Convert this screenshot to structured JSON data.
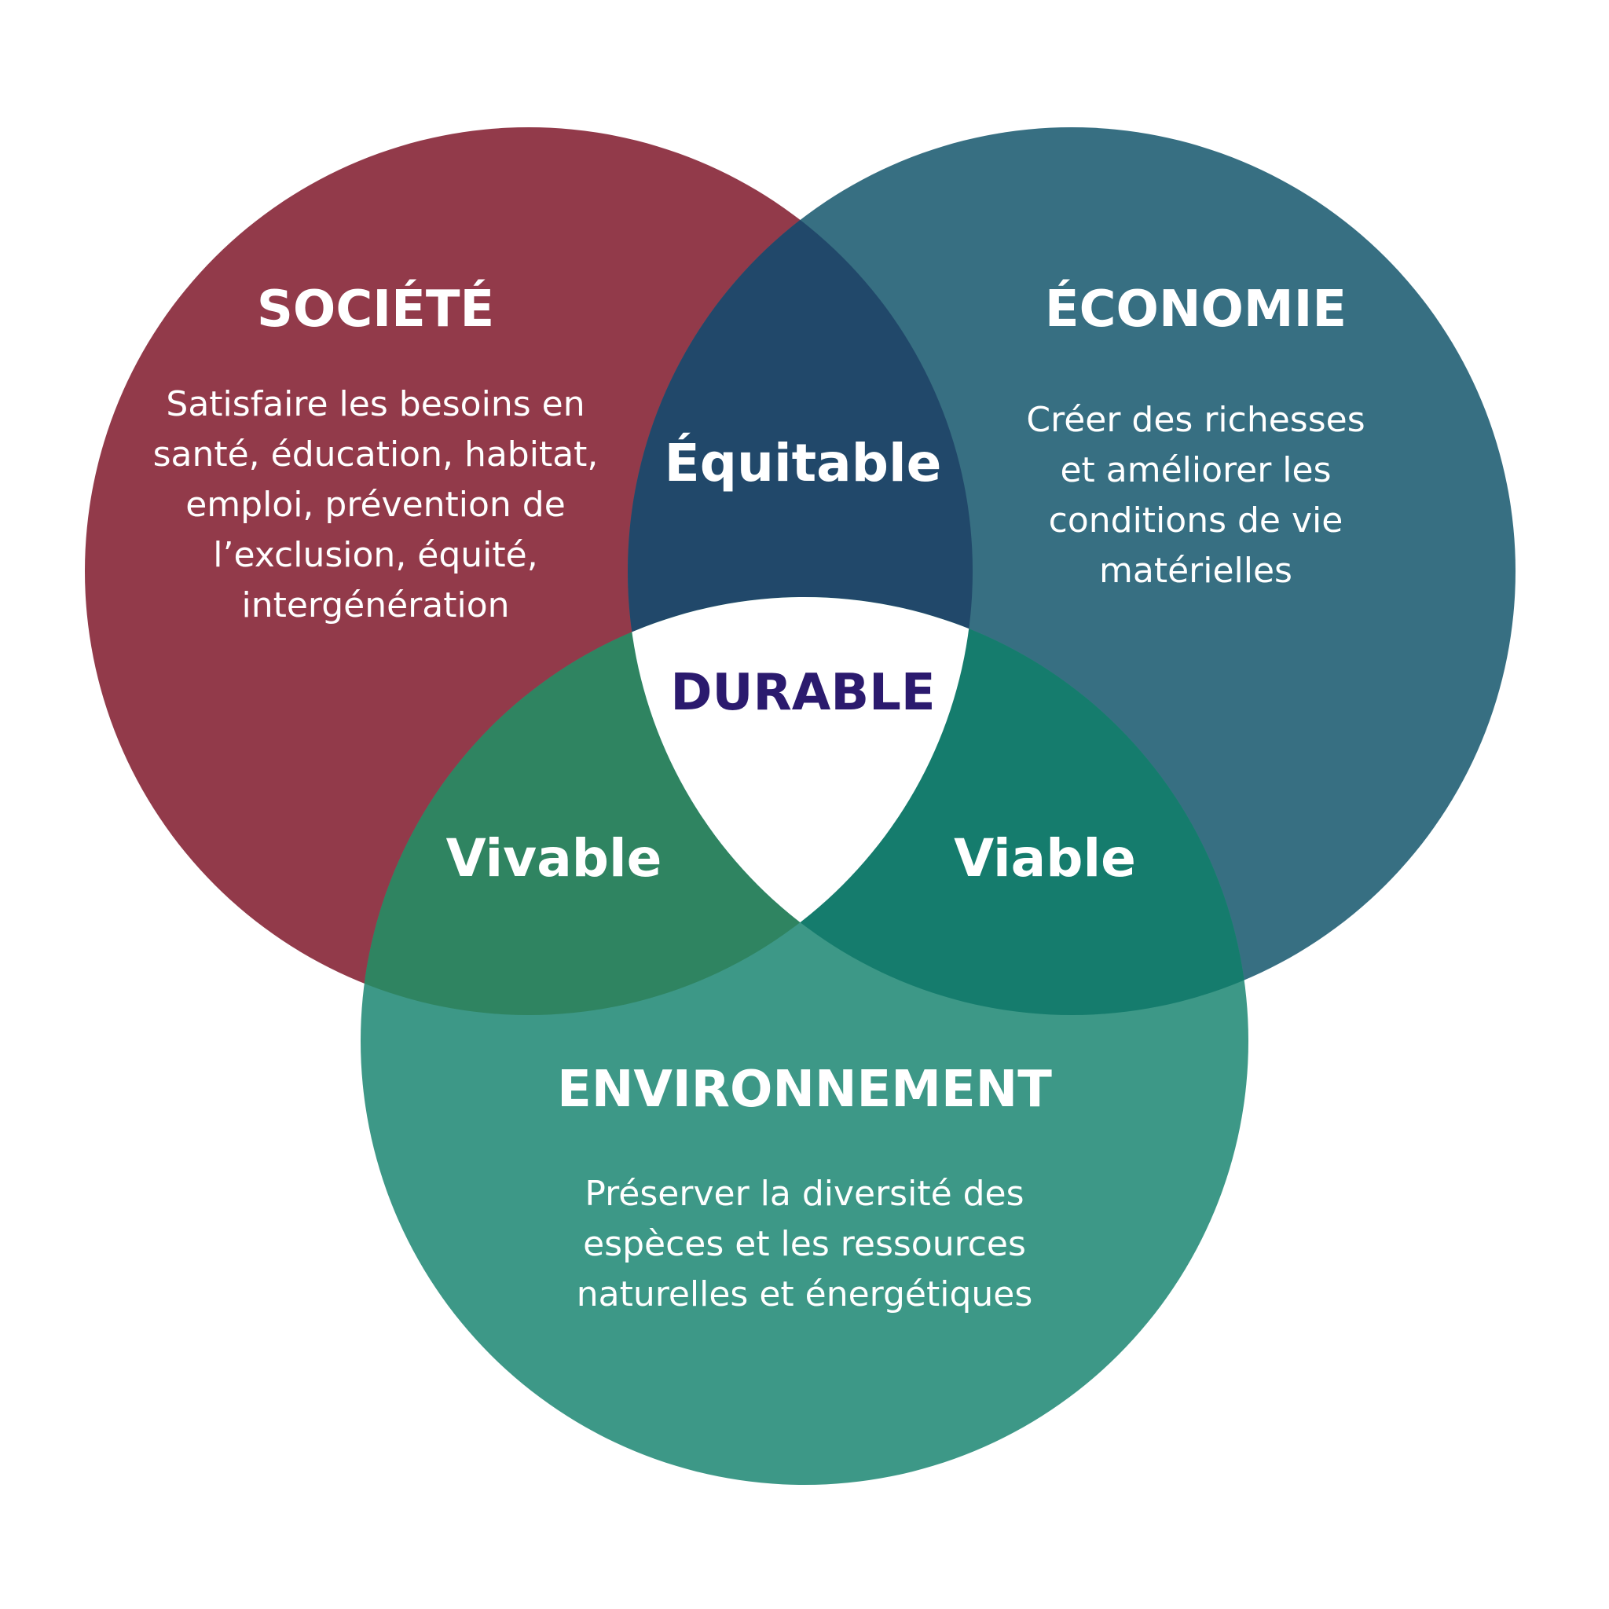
{
  "colors": {
    "societe": "#923a4a",
    "economie": "#376f82",
    "environnement": "#3d9887",
    "equitable": "#21486a",
    "vivable": "#2f8461",
    "viable": "#157c6d",
    "durable_bg": "#ffffff",
    "durable_text": "#2b1a6e"
  },
  "circles": {
    "societe": {
      "title": "SOCIÉTÉ",
      "description": [
        "Satisfaire les besoins en",
        "santé, éducation, habitat,",
        "emploi, prévention de",
        "l’exclusion, équité,",
        "intergénération"
      ]
    },
    "economie": {
      "title": "ÉCONOMIE",
      "description": [
        "Créer des richesses",
        "et améliorer les",
        "conditions de vie",
        "matérielles"
      ]
    },
    "environnement": {
      "title": "ENVIRONNEMENT",
      "description": [
        "Préserver la diversité des",
        "espèces et les ressources",
        "naturelles et énergétiques"
      ]
    }
  },
  "intersections": {
    "equitable": "Équitable",
    "vivable": "Vivable",
    "viable": "Viable",
    "durable": "DURABLE"
  }
}
